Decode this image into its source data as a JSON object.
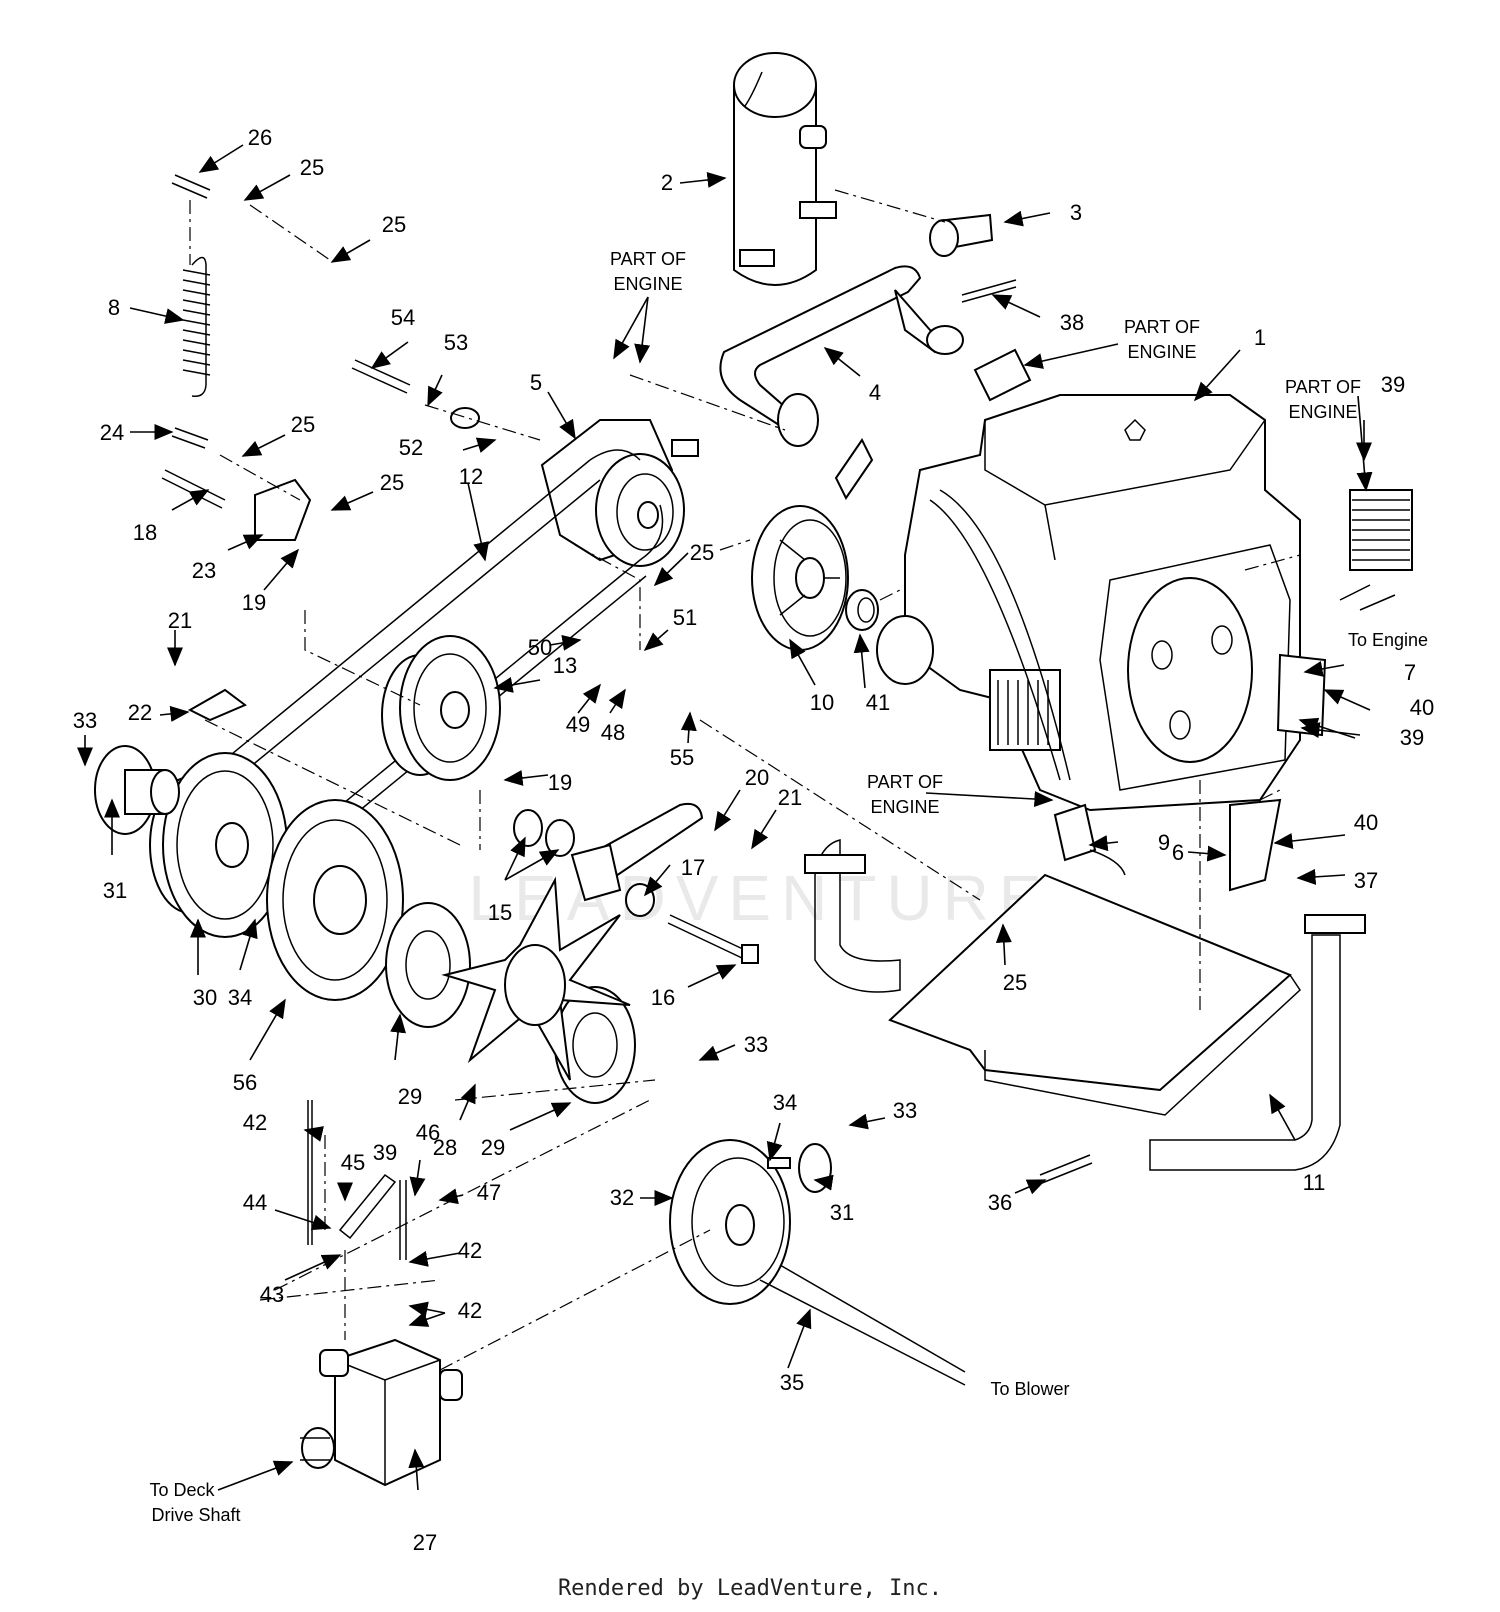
{
  "diagram": {
    "watermark": "LEADVENTURE",
    "footer": "Rendered by LeadVenture, Inc.",
    "callouts": [
      {
        "id": "c1",
        "text": "1"
      },
      {
        "id": "c2",
        "text": "2"
      },
      {
        "id": "c3",
        "text": "3"
      },
      {
        "id": "c4",
        "text": "4"
      },
      {
        "id": "c5",
        "text": "5"
      },
      {
        "id": "c6",
        "text": "6"
      },
      {
        "id": "c7",
        "text": "7"
      },
      {
        "id": "c8",
        "text": "8"
      },
      {
        "id": "c9",
        "text": "9"
      },
      {
        "id": "c10",
        "text": "10"
      },
      {
        "id": "c11",
        "text": "11"
      },
      {
        "id": "c12",
        "text": "12"
      },
      {
        "id": "c13",
        "text": "13"
      },
      {
        "id": "c15",
        "text": "15"
      },
      {
        "id": "c16",
        "text": "16"
      },
      {
        "id": "c17",
        "text": "17"
      },
      {
        "id": "c18",
        "text": "18"
      },
      {
        "id": "c19a",
        "text": "19"
      },
      {
        "id": "c19b",
        "text": "19"
      },
      {
        "id": "c20",
        "text": "20"
      },
      {
        "id": "c21a",
        "text": "21"
      },
      {
        "id": "c21b",
        "text": "21"
      },
      {
        "id": "c22",
        "text": "22"
      },
      {
        "id": "c23",
        "text": "23"
      },
      {
        "id": "c24",
        "text": "24"
      },
      {
        "id": "c25a",
        "text": "25"
      },
      {
        "id": "c25b",
        "text": "25"
      },
      {
        "id": "c25c",
        "text": "25"
      },
      {
        "id": "c25d",
        "text": "25"
      },
      {
        "id": "c25e",
        "text": "25"
      },
      {
        "id": "c25f",
        "text": "25"
      },
      {
        "id": "c26",
        "text": "26"
      },
      {
        "id": "c27",
        "text": "27"
      },
      {
        "id": "c28",
        "text": "28"
      },
      {
        "id": "c29a",
        "text": "29"
      },
      {
        "id": "c29b",
        "text": "29"
      },
      {
        "id": "c30",
        "text": "30"
      },
      {
        "id": "c31a",
        "text": "31"
      },
      {
        "id": "c31b",
        "text": "31"
      },
      {
        "id": "c32",
        "text": "32"
      },
      {
        "id": "c33a",
        "text": "33"
      },
      {
        "id": "c33b",
        "text": "33"
      },
      {
        "id": "c33c",
        "text": "33"
      },
      {
        "id": "c34a",
        "text": "34"
      },
      {
        "id": "c34b",
        "text": "34"
      },
      {
        "id": "c35",
        "text": "35"
      },
      {
        "id": "c36",
        "text": "36"
      },
      {
        "id": "c37",
        "text": "37"
      },
      {
        "id": "c38",
        "text": "38"
      },
      {
        "id": "c39a",
        "text": "39"
      },
      {
        "id": "c39b",
        "text": "39"
      },
      {
        "id": "c39c",
        "text": "39"
      },
      {
        "id": "c40a",
        "text": "40"
      },
      {
        "id": "c40b",
        "text": "40"
      },
      {
        "id": "c41",
        "text": "41"
      },
      {
        "id": "c42a",
        "text": "42"
      },
      {
        "id": "c42b",
        "text": "42"
      },
      {
        "id": "c42c",
        "text": "42"
      },
      {
        "id": "c43",
        "text": "43"
      },
      {
        "id": "c44",
        "text": "44"
      },
      {
        "id": "c45",
        "text": "45"
      },
      {
        "id": "c46",
        "text": "46"
      },
      {
        "id": "c47",
        "text": "47"
      },
      {
        "id": "c48",
        "text": "48"
      },
      {
        "id": "c49",
        "text": "49"
      },
      {
        "id": "c50",
        "text": "50"
      },
      {
        "id": "c51",
        "text": "51"
      },
      {
        "id": "c52",
        "text": "52"
      },
      {
        "id": "c53",
        "text": "53"
      },
      {
        "id": "c54",
        "text": "54"
      },
      {
        "id": "c55",
        "text": "55"
      },
      {
        "id": "c56",
        "text": "56"
      }
    ],
    "notes": {
      "part_of": "PART OF",
      "engine": "ENGINE",
      "to_engine": "To Engine",
      "to_blower": "To Blower",
      "to_deck": "To Deck",
      "drive_shaft": "Drive Shaft"
    }
  }
}
